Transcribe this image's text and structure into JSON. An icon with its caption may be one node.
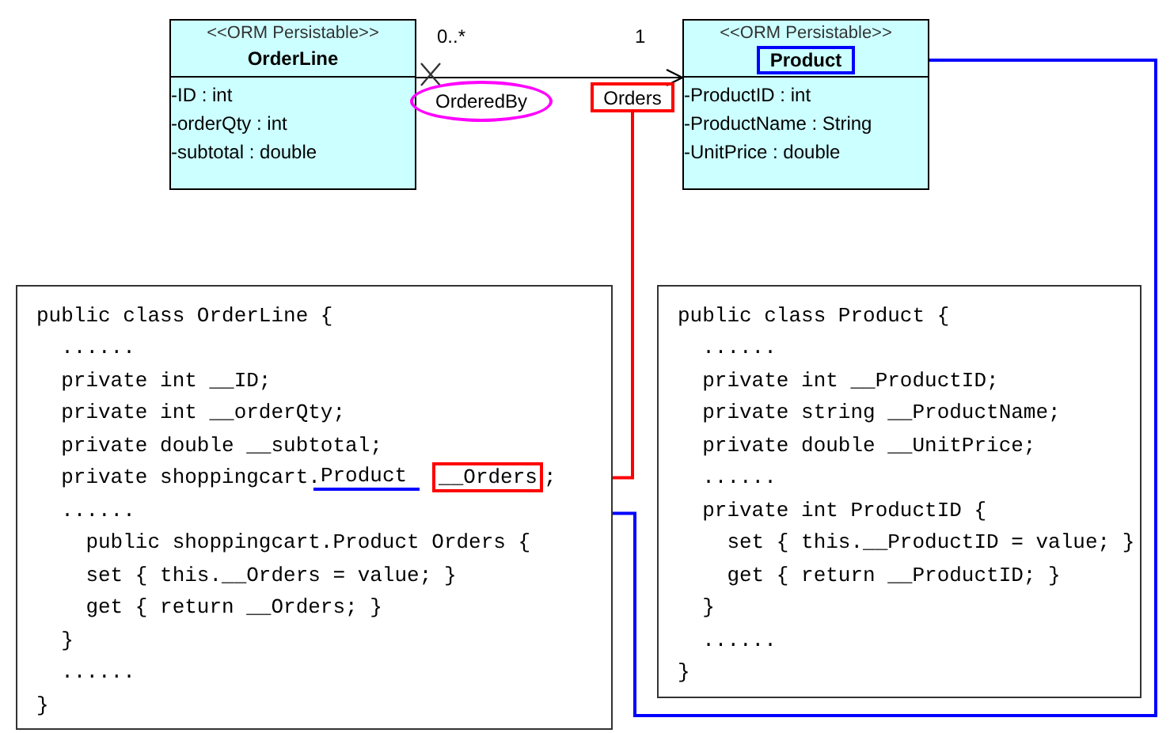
{
  "diagram": {
    "nodes": [
      {
        "text": [
          "<<ORM Persistable>>",
          "OrderLine",
          "-ID : int",
          "-orderQty : int",
          "-subtotal : double"
        ]
      },
      {
        "text": [
          "<<ORM Persistable>>",
          "-ProductID : int",
          "-ProductName : String",
          "-UnitPrice : double"
        ]
      },
      {
        "text": [
          "OrderedBy"
        ]
      },
      {
        "text": [
          "Orders"
        ]
      },
      {
        "text": [
          "Product"
        ],
        "in": 1
      },
      {
        "text": [
          "public class OrderLine {",
          "  ......",
          "  private int __ID;",
          "  private int __orderQty;",
          "  private double __subtotal;",
          "  private shoppingcart.",
          ";",
          "  ......",
          "    public shoppingcart.Product Orders {",
          "    set { this.__Orders = value; }",
          "    get { return __Orders; }",
          "  }",
          "  ......",
          "}"
        ]
      },
      {
        "text": [
          "Product"
        ],
        "in": 5
      },
      {
        "text": [
          "__Orders"
        ],
        "in": 5
      },
      {
        "text": [
          "public class Product {",
          "  ......",
          "  private int __ProductID;",
          "  private string __ProductName;",
          "  private double __UnitPrice;",
          "  ......",
          "  private int ProductID {",
          "    set { this.__ProductID = value; }",
          "    get { return __ProductID; }",
          "  }",
          "  ......",
          "}"
        ]
      }
    ],
    "edges": [
      {
        "from": 0,
        "to": 1,
        "arrow": "to"
      },
      {
        "from": 3,
        "to": 7,
        "arrow": "none",
        "color": "#ff0000"
      },
      {
        "from": 4,
        "to": 6,
        "arrow": "none",
        "color": "#0000ff"
      }
    ],
    "labels": [
      "0..*",
      "1"
    ]
  }
}
